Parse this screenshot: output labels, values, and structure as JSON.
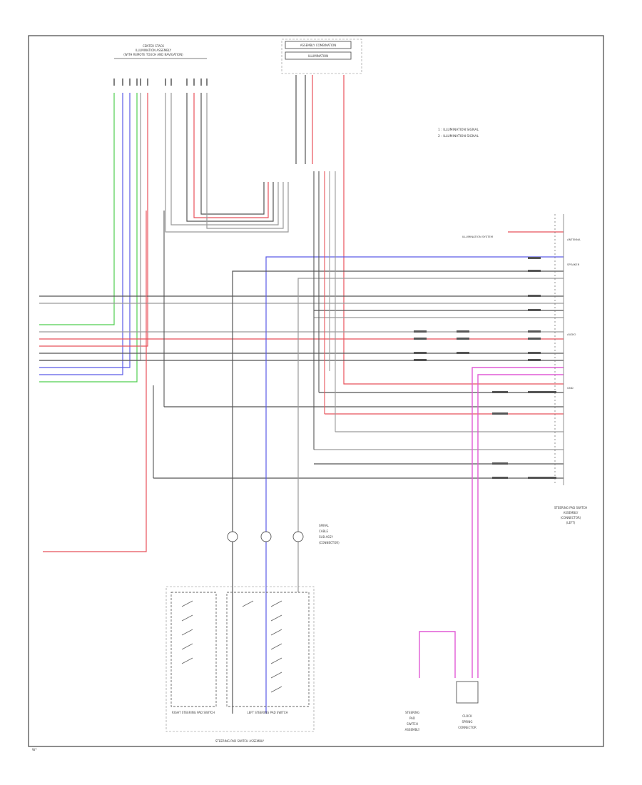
{
  "diagram": {
    "note_lines": [
      "1 : ILLUMINATION SIGNAL",
      "2 : ILLUMINATION SIGNAL"
    ],
    "legend_top": {
      "box_1": "ASSEMBLY COMBINATION",
      "box_2": "ILLUMINATION",
      "left_harness": [
        "CENTER STACK",
        "ILLUMINATION ASSEMBLY",
        "(WITH REMOTE TOUCH AND NAVIGATION)"
      ]
    },
    "right_labels": [
      "ANTENNA",
      "ILLUMINATION SYSTEM",
      "SPEAKER",
      "AUDIO",
      "GND"
    ],
    "right_block_label": [
      "STEERING PAD SWITCH",
      "ASSEMBLY",
      "(CONNECTOR)",
      "(LEFT)"
    ],
    "spiral_cable_label": [
      "SPIRAL",
      "CABLE",
      "SUB-ASSY",
      "(CONNECTOR)"
    ],
    "switch_left": "RIGHT STEERING PAD SWITCH",
    "switch_mid": "LEFT STEERING PAD SWITCH",
    "switch_group": "STEERING PAD SWITCH ASSEMBLY",
    "bottom_right_1": [
      "STEERING",
      "PAD",
      "SWITCH",
      "ASSEMBLY"
    ],
    "bottom_right_2": [
      "CLOCK",
      "SPRING",
      "CONNECTOR"
    ],
    "page_tag": "W*"
  },
  "colors": {
    "wire_black": "#555555",
    "wire_red": "#e8525a",
    "wire_blue": "#5a5ae6",
    "wire_green": "#4fcf4f",
    "wire_pink": "#e05ad6",
    "wire_gray": "#9a9a9a",
    "frame": "#444444"
  }
}
